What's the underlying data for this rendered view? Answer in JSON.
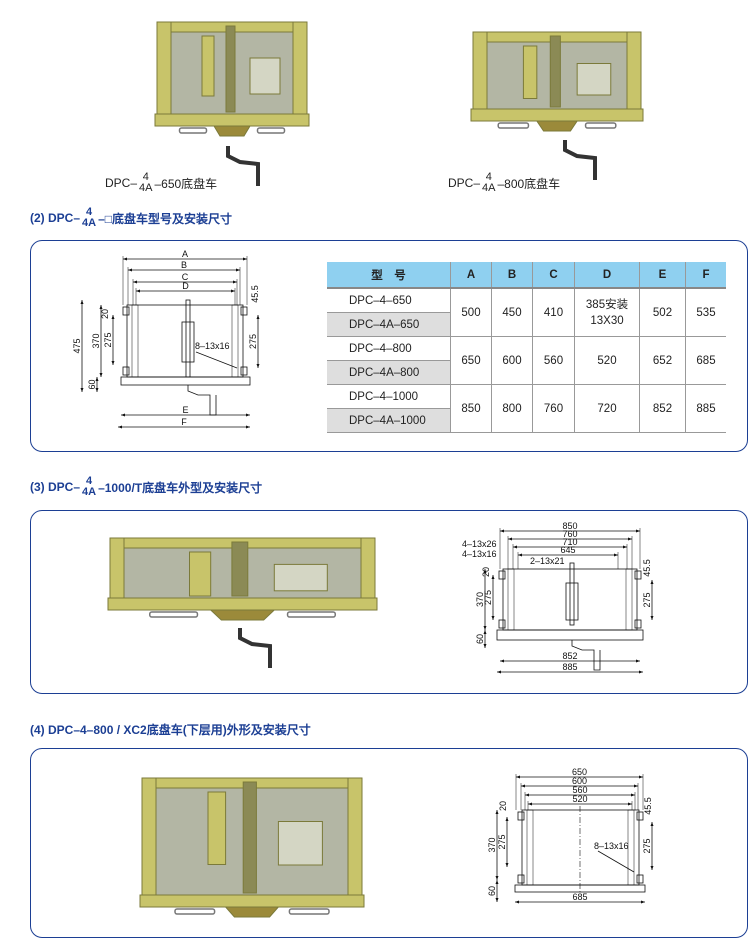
{
  "photos": {
    "caption1": {
      "prefix": "DPC–",
      "num": "4",
      "den": "4A",
      "suffix": "–650底盘车"
    },
    "caption2": {
      "prefix": "DPC–",
      "num": "4",
      "den": "4A",
      "suffix": "–800底盘车"
    }
  },
  "section2": {
    "title_prefix": "(2) DPC–",
    "num": "4",
    "den": "4A",
    "title_suffix": "–□底盘车型号及安装尺寸"
  },
  "section3": {
    "title_prefix": "(3) DPC–",
    "num": "4",
    "den": "4A",
    "title_suffix": "–1000/T底盘车外型及安装尺寸"
  },
  "section4": {
    "title": "(4) DPC–4–800 / XC2底盘车(下层用)外形及安装尺寸"
  },
  "table": {
    "headers": [
      "型　号",
      "A",
      "B",
      "C",
      "D",
      "E",
      "F"
    ],
    "groups": [
      {
        "models": [
          "DPC–4–650",
          "DPC–4A–650"
        ],
        "values": [
          "500",
          "450",
          "410",
          "385安装\n13X30",
          "502",
          "535"
        ]
      },
      {
        "models": [
          "DPC–4–800",
          "DPC–4A–800"
        ],
        "values": [
          "650",
          "600",
          "560",
          "520",
          "652",
          "685"
        ]
      },
      {
        "models": [
          "DPC–4–1000",
          "DPC–4A–1000"
        ],
        "values": [
          "850",
          "800",
          "760",
          "720",
          "852",
          "885"
        ]
      }
    ]
  },
  "drawing1": {
    "A": "A",
    "B": "B",
    "C": "C",
    "D": "D",
    "E": "E",
    "F": "F",
    "d475": "475",
    "d370": "370",
    "d275": "275",
    "d20": "20",
    "d60": "60",
    "d45": "45.5",
    "d275r": "275",
    "hole": "8–13x16"
  },
  "drawing2": {
    "d850": "850",
    "d760": "760",
    "d710": "710",
    "d645": "645",
    "d852": "852",
    "d885": "885",
    "d370": "370",
    "d275": "275",
    "d20": "20",
    "d60": "60",
    "d45": "45.5",
    "d275r": "275",
    "h1": "4–13x26",
    "h2": "4–13x16",
    "h3": "2–13x21"
  },
  "drawing3": {
    "d650": "650",
    "d600": "600",
    "d560": "560",
    "d520": "520",
    "d685": "685",
    "d370": "370",
    "d275": "275",
    "d20": "20",
    "d60": "60",
    "d45": "45.5",
    "d275r": "275",
    "hole": "8–13x16"
  },
  "colors": {
    "accent": "#1c3f94",
    "table_header": "#8fd0f0",
    "chassis": "#c8c46a"
  }
}
